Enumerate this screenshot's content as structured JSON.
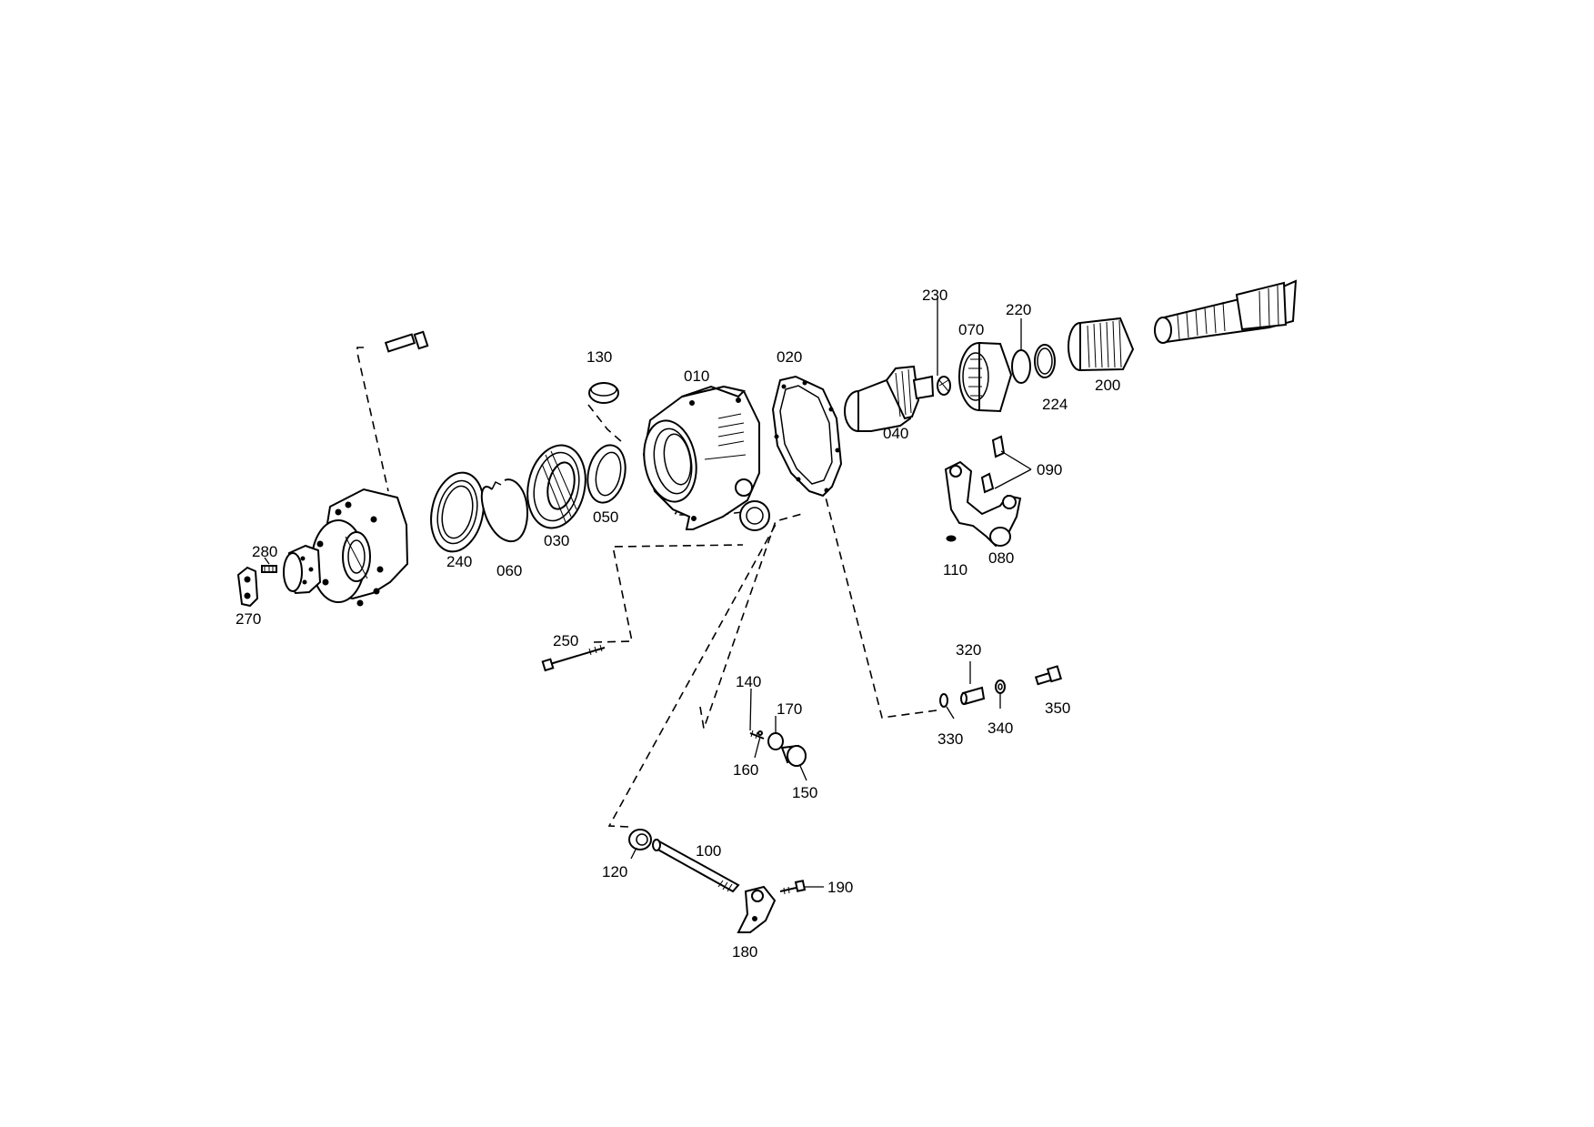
{
  "callouts": [
    {
      "id": "010",
      "label": "010"
    },
    {
      "id": "020",
      "label": "020"
    },
    {
      "id": "030",
      "label": "030"
    },
    {
      "id": "040",
      "label": "040"
    },
    {
      "id": "050",
      "label": "050"
    },
    {
      "id": "060",
      "label": "060"
    },
    {
      "id": "070",
      "label": "070"
    },
    {
      "id": "080",
      "label": "080"
    },
    {
      "id": "090",
      "label": "090"
    },
    {
      "id": "100",
      "label": "100"
    },
    {
      "id": "110",
      "label": "110"
    },
    {
      "id": "120",
      "label": "120"
    },
    {
      "id": "130",
      "label": "130"
    },
    {
      "id": "140",
      "label": "140"
    },
    {
      "id": "150",
      "label": "150"
    },
    {
      "id": "160",
      "label": "160"
    },
    {
      "id": "170",
      "label": "170"
    },
    {
      "id": "180",
      "label": "180"
    },
    {
      "id": "190",
      "label": "190"
    },
    {
      "id": "200",
      "label": "200"
    },
    {
      "id": "220",
      "label": "220"
    },
    {
      "id": "224",
      "label": "224"
    },
    {
      "id": "230",
      "label": "230"
    },
    {
      "id": "240",
      "label": "240"
    },
    {
      "id": "250",
      "label": "250"
    },
    {
      "id": "270",
      "label": "270"
    },
    {
      "id": "280",
      "label": "280"
    },
    {
      "id": "320",
      "label": "320"
    },
    {
      "id": "330",
      "label": "330"
    },
    {
      "id": "340",
      "label": "340"
    },
    {
      "id": "350",
      "label": "350"
    }
  ]
}
